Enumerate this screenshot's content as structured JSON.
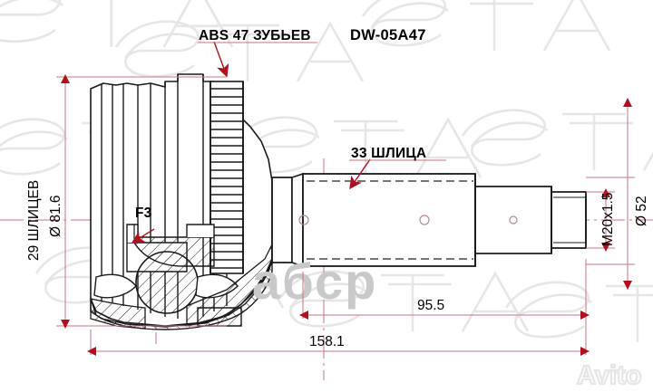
{
  "drawing": {
    "type": "cv-joint-technical-drawing",
    "part_number": "DW-05A47",
    "brand_watermark": "SAT",
    "center_watermark": "абср",
    "corner_watermark": "Avito",
    "annotations": {
      "abs_teeth": "ABS 47 ЗУБЬЕВ",
      "shaft_splines": "33 ШЛИЦА",
      "inner_splines": "29 ШЛИЦЕВ",
      "outer_diameter": "Ø 81.6",
      "face_marking": "F3",
      "thread": "M20x1.5",
      "end_diameter": "Ø 52"
    },
    "dimensions": {
      "shaft_length": "95.5",
      "total_length": "158.1"
    },
    "colors": {
      "line": "#1a1a1a",
      "dimension": "#c9757f",
      "arrow": "#b01020",
      "watermark": "#e4e4e4",
      "center_watermark": "#c9c9c9",
      "background": "#ffffff"
    }
  }
}
